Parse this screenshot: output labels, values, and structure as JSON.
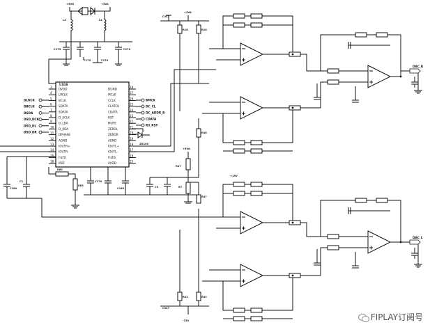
{
  "chip": {
    "ref": "U1DA",
    "left_pins": [
      {
        "num": "3",
        "name": "DVDD"
      },
      {
        "num": "4",
        "name": "LRCLK"
      },
      {
        "num": "5",
        "name": "BCLK"
      },
      {
        "num": "6",
        "name": "SDATA"
      },
      {
        "num": "7",
        "name": "SDATA"
      },
      {
        "num": "8",
        "name": "D_SCLK"
      },
      {
        "num": "9",
        "name": "D_LDA"
      },
      {
        "num": "10",
        "name": "D_RDA"
      },
      {
        "num": "11",
        "name": "DPHASE"
      },
      {
        "num": "12",
        "name": "AGND"
      },
      {
        "num": "13",
        "name": "IOUTR+"
      },
      {
        "num": "14",
        "name": "IOUTR-"
      },
      {
        "num": "15",
        "name": "FILTR"
      },
      {
        "num": "16",
        "name": "IREF"
      }
    ],
    "right_pins": [
      {
        "num": "28",
        "name": "DGND"
      },
      {
        "num": "27",
        "name": "MCLK"
      },
      {
        "num": "26",
        "name": "CCLK"
      },
      {
        "num": "25",
        "name": "CLATCH"
      },
      {
        "num": "24",
        "name": "CDATA"
      },
      {
        "num": "23",
        "name": "RST"
      },
      {
        "num": "22",
        "name": "MUTE"
      },
      {
        "num": "21",
        "name": "ZEROL"
      },
      {
        "num": "20",
        "name": "ZEROR"
      },
      {
        "num": "19",
        "name": "AGND"
      },
      {
        "num": "18",
        "name": "IOUTL+"
      },
      {
        "num": "17",
        "name": "IOUTL-"
      },
      {
        "num": "16",
        "name": "FILTB"
      },
      {
        "num": "15",
        "name": "AVDD"
      }
    ]
  },
  "left_signals": [
    "DLRCK",
    "DBCLK",
    "DSDA",
    "DSD_DCK",
    "DSD_DL",
    "DSD_DR"
  ],
  "right_signals": [
    "BMCK",
    "DC_CL",
    "DC_ADDR_B",
    "CDATA",
    "R3_RST"
  ],
  "supply_labels": [
    "+5VD",
    "+5VA",
    "+5VA",
    "+5VA",
    "-15V",
    "+15V"
  ],
  "outputs": [
    "DAC_R",
    "DAC_L"
  ],
  "diode_label": "ZD100",
  "watermark": "FIPLAY订阅号"
}
